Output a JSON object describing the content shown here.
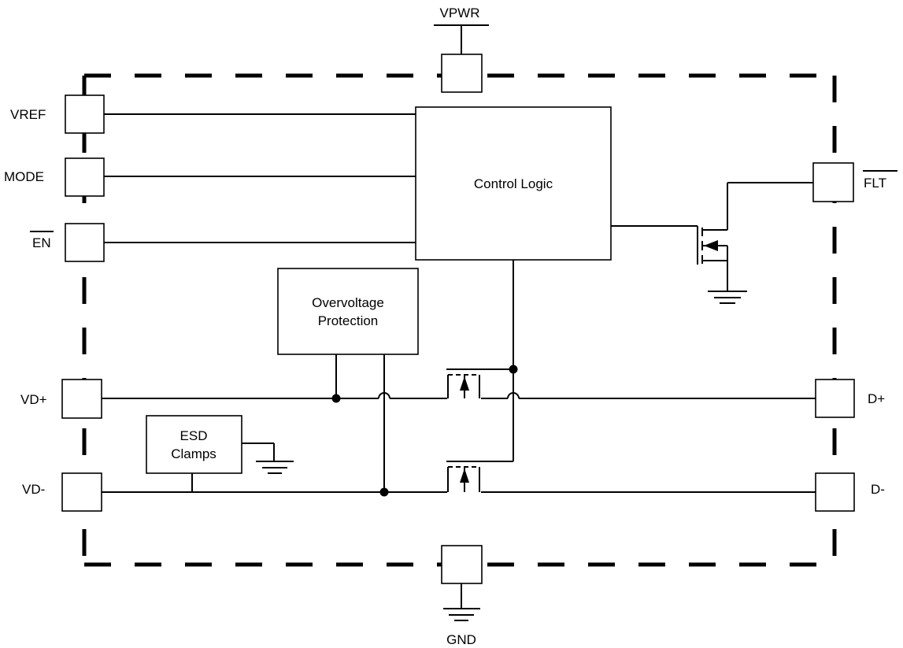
{
  "pins": {
    "vpwr": "VPWR",
    "vref": "VREF",
    "mode": "MODE",
    "en": "EN",
    "flt": "FLT",
    "vd_plus": "VD+",
    "vd_minus": "VD-",
    "d_plus": "D+",
    "d_minus": "D-",
    "gnd": "GND"
  },
  "blocks": {
    "control_logic": "Control Logic",
    "overvoltage_line1": "Overvoltage",
    "overvoltage_line2": "Protection",
    "esd_line1": "ESD",
    "esd_line2": "Clamps"
  }
}
